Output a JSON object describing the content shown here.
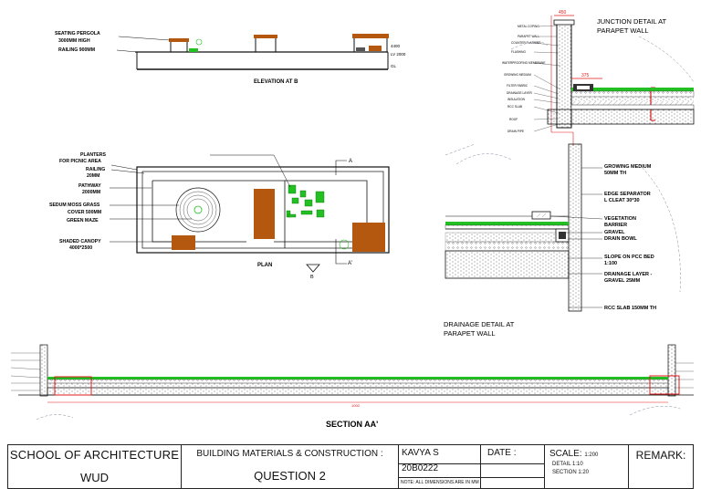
{
  "elevation": {
    "title": "ELEVATION AT B",
    "labels": [
      "SEATING PERGOLA",
      "3000MM HIGH",
      "RAILING 900MM"
    ],
    "dims": [
      "4400",
      "LV 2000",
      "GL"
    ]
  },
  "plan": {
    "title": "PLAN",
    "labels": [
      "PLANTERS",
      "FOR PICNIC AREA",
      "RAILING",
      "20MM",
      "PATHWAY",
      "2000MM",
      "SEDUM MOSS GRASS",
      "COVER 500MM",
      "GREEN MAZE",
      "SHADED CANOPY",
      "4000*2500"
    ],
    "section_marks": [
      "A",
      "A'"
    ],
    "view_mark": "B"
  },
  "junction": {
    "title_lines": [
      "JUNCTION DETAIL AT",
      "PARAPET WALL"
    ],
    "dims": [
      "450",
      "375"
    ],
    "small_labels": [
      "METAL COPING",
      "PARAPET WALL",
      "COUNTER FLASHING",
      "FLASHING",
      "WATERPROOFING MEMBRANE",
      "GROWING MEDIUM",
      "FILTER FABRIC",
      "DRAINAGE LAYER",
      "INSULATION",
      "RCC SLAB",
      "ROOF",
      "DRAIN PIPE"
    ]
  },
  "drainage": {
    "title_lines": [
      "DRAINAGE DETAIL AT",
      "PARAPET WALL"
    ],
    "labels": [
      "GROWING MEDIUM",
      "50MM TH",
      "EDGE SEPARATOR",
      "L CLEAT 30*30",
      "VEGETATION",
      "BARRIER",
      "GRAVEL",
      "DRAIN BOWL",
      "SLOPE ON PCC BED",
      "1:100",
      "DRAINAGE LAYER -",
      "GRAVEL 25MM",
      "RCC SLAB 150MM TH"
    ]
  },
  "section": {
    "title": "SECTION AA'",
    "dim": "1000"
  },
  "title_block": {
    "school": "SCHOOL OF ARCHITECTURE",
    "university": "WUD",
    "subject": "BUILDING MATERIALS & CONSTRUCTION :",
    "question": "QUESTION 2",
    "student_name": "KAVYA S",
    "roll_no": "20B0222",
    "note": "NOTE: ALL DIMENSIONS ARE IN MM",
    "date_label": "DATE :",
    "scale_label": "SCALE:",
    "scale_value": "1:200",
    "scale_detail": "DETAIL  1:10",
    "scale_section": "SECTION 1:20",
    "remark_label": "REMARK:"
  },
  "colors": {
    "wood": "#b4570f",
    "grass": "#22c022",
    "dim_red": "#e01818",
    "line": "#111111"
  }
}
